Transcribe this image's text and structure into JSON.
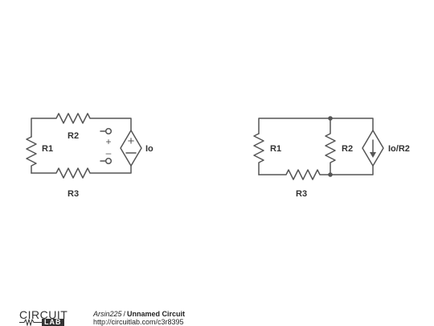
{
  "left_circuit": {
    "r1": "R1",
    "r2": "R2",
    "r3": "R3",
    "source_value": "Io",
    "port_plus": "+",
    "port_minus": "–"
  },
  "right_circuit": {
    "r1": "R1",
    "r2": "R2",
    "r3": "R3",
    "source_value": "Io/R2"
  },
  "footer": {
    "logo_top": "CIRCUIT",
    "logo_bottom": "LAB",
    "author": "Arsin225",
    "separator": "/",
    "circuit_title": "Unnamed Circuit",
    "url": "http://circuitlab.com/c3r8395"
  }
}
